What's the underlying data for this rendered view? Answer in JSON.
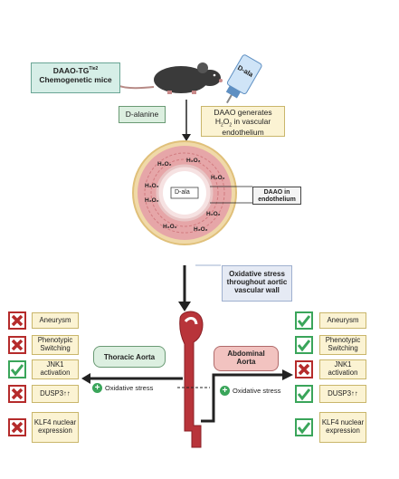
{
  "mice_label_line1": "DAAO-TG",
  "mice_label_sup": "Tie2",
  "mice_label_line2": "Chemogenetic mice",
  "d_alanine": "D-alanine",
  "generates_line1": "DAAO generates",
  "generates_line2a": "H",
  "generates_sub1": "2",
  "generates_line2b": "O",
  "generates_sub2": "2",
  "generates_line2c": " in vascular",
  "generates_line3": "endothelium",
  "bottle_label": "D-ala",
  "cross_center_label": "D-ala",
  "h2o2_label": "H₂O₂",
  "daao_endo_line1": "DAAO in",
  "daao_endo_line2": "endothelium",
  "oxidative_line1": "Oxidative stress",
  "oxidative_line2": "throughout aortic",
  "oxidative_line3": "vascular wall",
  "thoracic": "Thoracic Aorta",
  "abdominal_line1": "Abdominal",
  "abdominal_line2": "Aorta",
  "ox_stress_label": "Oxidative stress",
  "left_outcomes": [
    {
      "text": "Aneurysm",
      "mark": "red"
    },
    {
      "text": "Phenotypic Switching",
      "mark": "red"
    },
    {
      "text": "JNK1 activation",
      "mark": "green"
    },
    {
      "text": "DUSP3↑↑",
      "mark": "red"
    },
    {
      "text": "KLF4 nuclear expression",
      "mark": "red"
    }
  ],
  "right_outcomes": [
    {
      "text": "Aneurysm",
      "mark": "green"
    },
    {
      "text": "Phenotypic Switching",
      "mark": "green"
    },
    {
      "text": "JNK1 activation",
      "mark": "red"
    },
    {
      "text": "DUSP3↑↑",
      "mark": "green"
    },
    {
      "text": "KLF4 nuclear expression",
      "mark": "green"
    }
  ],
  "colors": {
    "check": "#3aa55a",
    "cross": "#b52b2b",
    "aorta": "#b8343a",
    "bottle": "#7fb2e2"
  }
}
